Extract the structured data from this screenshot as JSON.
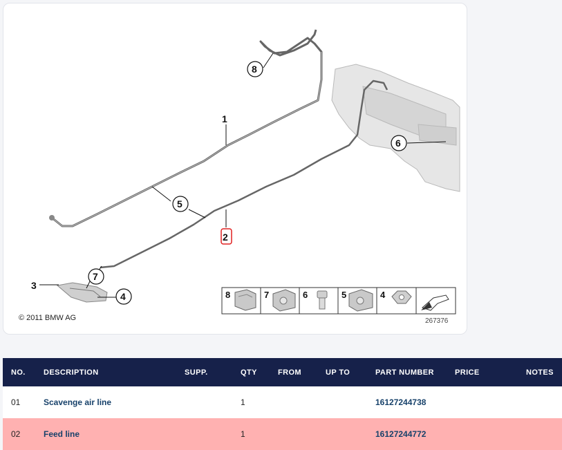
{
  "diagram": {
    "copyright": "© 2011 BMW AG",
    "diagram_id": "267376",
    "callouts": [
      "1",
      "2",
      "3",
      "4",
      "5",
      "6",
      "7",
      "8"
    ],
    "highlighted_callout": "2",
    "legend_numbers": [
      "8",
      "7",
      "6",
      "5",
      "4"
    ],
    "highlight_color": "#e02020"
  },
  "table": {
    "headers": {
      "no": "NO.",
      "description": "DESCRIPTION",
      "supp": "SUPP.",
      "qty": "QTY",
      "from": "FROM",
      "up_to": "UP TO",
      "part_number": "PART NUMBER",
      "price": "PRICE",
      "notes": "NOTES"
    },
    "rows": [
      {
        "no": "01",
        "description": "Scavenge air line",
        "supp": "",
        "qty": "1",
        "from": "",
        "up_to": "",
        "part_number": "16127244738",
        "price": "",
        "notes": ""
      },
      {
        "no": "02",
        "description": "Feed line",
        "supp": "",
        "qty": "1",
        "from": "",
        "up_to": "",
        "part_number": "16127244772",
        "price": "",
        "notes": ""
      }
    ],
    "header_color": "#16214a",
    "selected_row_color": "#ffb1b1"
  }
}
